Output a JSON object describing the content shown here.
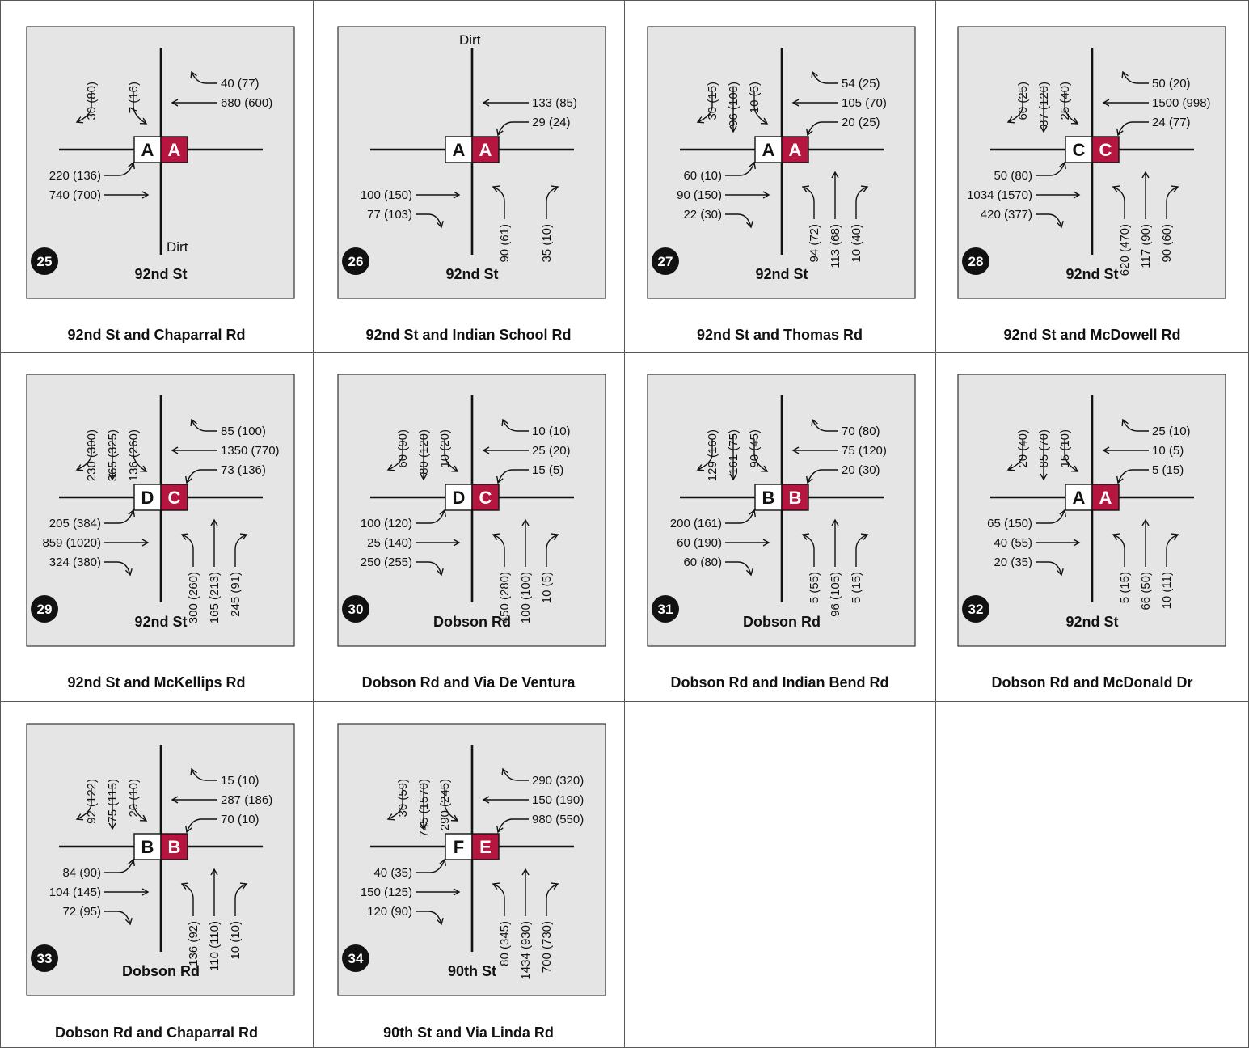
{
  "colors": {
    "panel_bg": "#e5e5e5",
    "pm_los": "#b5163f",
    "am_los_bg": "#ffffff",
    "line": "#111111",
    "badge": "#111111"
  },
  "intersections": [
    {
      "id": "25",
      "caption": "92nd St and Chaparral Rd",
      "road": "92nd St",
      "am_los": "A",
      "pm_los": "A",
      "dirt_north": false,
      "dirt_south": true,
      "sb": [
        "30 (80)",
        "",
        "7 (16)"
      ],
      "wb": [
        "40 (77)",
        "680 (600)",
        ""
      ],
      "eb": [
        "220 (136)",
        "740 (700)",
        ""
      ],
      "nb": [
        "",
        "",
        ""
      ]
    },
    {
      "id": "26",
      "caption": "92nd St and Indian School Rd",
      "road": "92nd St",
      "am_los": "A",
      "pm_los": "A",
      "dirt_north": true,
      "dirt_south": false,
      "sb": [
        "",
        "",
        ""
      ],
      "wb": [
        "",
        "133 (85)",
        "29 (24)"
      ],
      "eb": [
        "",
        "100 (150)",
        "77 (103)"
      ],
      "nb": [
        "90 (61)",
        "",
        "35 (10)"
      ]
    },
    {
      "id": "27",
      "caption": "92nd St and Thomas Rd",
      "road": "92nd St",
      "am_los": "A",
      "pm_los": "A",
      "dirt_north": false,
      "dirt_south": false,
      "sb": [
        "30 (15)",
        "96 (100)",
        "10 (5)"
      ],
      "wb": [
        "54 (25)",
        "105 (70)",
        "20 (25)"
      ],
      "eb": [
        "60 (10)",
        "90 (150)",
        "22 (30)"
      ],
      "nb": [
        "94 (72)",
        "113 (68)",
        "10 (40)"
      ]
    },
    {
      "id": "28",
      "caption": "92nd St and McDowell Rd",
      "road": "92nd St",
      "am_los": "C",
      "pm_los": "C",
      "dirt_north": false,
      "dirt_south": false,
      "sb": [
        "60 (25)",
        "87 (120)",
        "25 (40)"
      ],
      "wb": [
        "50 (20)",
        "1500 (998)",
        "24 (77)"
      ],
      "eb": [
        "50 (80)",
        "1034 (1570)",
        "420 (377)"
      ],
      "nb": [
        "620 (470)",
        "117 (90)",
        "90 (60)"
      ]
    },
    {
      "id": "29",
      "caption": "92nd St and McKellips Rd",
      "road": "92nd St",
      "am_los": "D",
      "pm_los": "C",
      "dirt_north": false,
      "dirt_south": false,
      "sb": [
        "230 (300)",
        "365 (325)",
        "136 (260)"
      ],
      "wb": [
        "85 (100)",
        "1350 (770)",
        "73 (136)"
      ],
      "eb": [
        "205 (384)",
        "859 (1020)",
        "324 (380)"
      ],
      "nb": [
        "300 (260)",
        "165 (213)",
        "245 (91)"
      ]
    },
    {
      "id": "30",
      "caption": "Dobson Rd and Via De Ventura",
      "road": "Dobson Rd",
      "am_los": "D",
      "pm_los": "C",
      "dirt_north": false,
      "dirt_south": false,
      "sb": [
        "60 (90)",
        "80 (120)",
        "10 (20)"
      ],
      "wb": [
        "10 (10)",
        "25 (20)",
        "15 (5)"
      ],
      "eb": [
        "100 (120)",
        "25 (140)",
        "250 (255)"
      ],
      "nb": [
        "450 (280)",
        "100 (100)",
        "10 (5)"
      ]
    },
    {
      "id": "31",
      "caption": "Dobson Rd and Indian Bend Rd",
      "road": "Dobson Rd",
      "am_los": "B",
      "pm_los": "B",
      "dirt_north": false,
      "dirt_south": false,
      "sb": [
        "129 (160)",
        "161 (75)",
        "90 (45)"
      ],
      "wb": [
        "70 (80)",
        "75 (120)",
        "20 (30)"
      ],
      "eb": [
        "200 (161)",
        "60 (190)",
        "60 (80)"
      ],
      "nb": [
        "5 (55)",
        "96 (105)",
        "5 (15)"
      ]
    },
    {
      "id": "32",
      "caption": "Dobson Rd and McDonald Dr",
      "road": "92nd St",
      "am_los": "A",
      "pm_los": "A",
      "dirt_north": false,
      "dirt_south": false,
      "sb": [
        "20 (40)",
        "85 (70)",
        "15 (10)"
      ],
      "wb": [
        "25 (10)",
        "10 (5)",
        "5 (15)"
      ],
      "eb": [
        "65 (150)",
        "40 (55)",
        "20 (35)"
      ],
      "nb": [
        "5 (15)",
        "66 (50)",
        "10 (11)"
      ]
    },
    {
      "id": "33",
      "caption": "Dobson Rd and Chaparral Rd",
      "road": "Dobson Rd",
      "am_los": "B",
      "pm_los": "B",
      "dirt_north": false,
      "dirt_south": false,
      "sb": [
        "92 (122)",
        "75 (115)",
        "20 (10)"
      ],
      "wb": [
        "15 (10)",
        "287 (186)",
        "70 (10)"
      ],
      "eb": [
        "84 (90)",
        "104 (145)",
        "72 (95)"
      ],
      "nb": [
        "136 (92)",
        "110 (110)",
        "10 (10)"
      ]
    },
    {
      "id": "34",
      "caption": "90th St and Via Linda Rd",
      "road": "90th St",
      "am_los": "F",
      "pm_los": "E",
      "dirt_north": false,
      "dirt_south": false,
      "sb": [
        "30 (59)",
        "745 (1570)",
        "290 (245)"
      ],
      "wb": [
        "290 (320)",
        "150 (190)",
        "980 (550)"
      ],
      "eb": [
        "40 (35)",
        "150 (125)",
        "120 (90)"
      ],
      "nb": [
        "80 (345)",
        "1434 (930)",
        "700 (730)"
      ]
    }
  ],
  "dirt_label": "Dirt"
}
